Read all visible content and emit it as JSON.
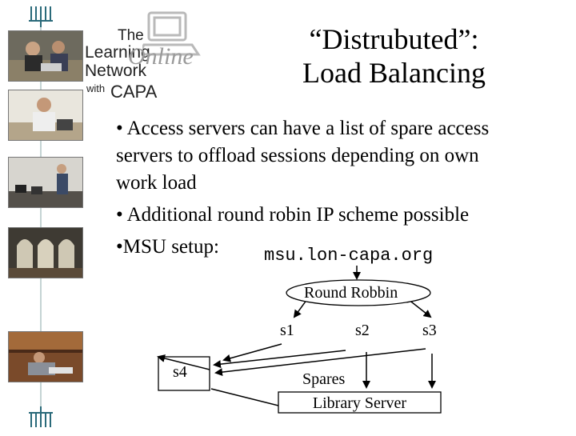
{
  "logo": {
    "line1": "The",
    "line2": "Learning",
    "line3": "Network",
    "line4_with": "with",
    "line4_capa": "CAPA",
    "online": "Online"
  },
  "slide": {
    "title_line1": "“Distrubuted”:",
    "title_line2": "Load Balancing",
    "bullets": [
      {
        "text": "• Access servers can have a list of spare access"
      },
      {
        "text": "servers to offload sessions depending on own"
      },
      {
        "text": "work load"
      },
      {
        "text": "• Additional round robin IP scheme possible"
      },
      {
        "text": "•MSU setup:"
      }
    ],
    "host": "msu.lon-capa.org"
  },
  "diagram": {
    "round_robin": "Round Robbin",
    "s1": "s1",
    "s2": "s2",
    "s3": "s3",
    "s4": "s4",
    "spares": "Spares",
    "library_server": "Library Server"
  },
  "colors": {
    "accent_border": "#2b2b2b",
    "photo_frame": "#777777"
  }
}
